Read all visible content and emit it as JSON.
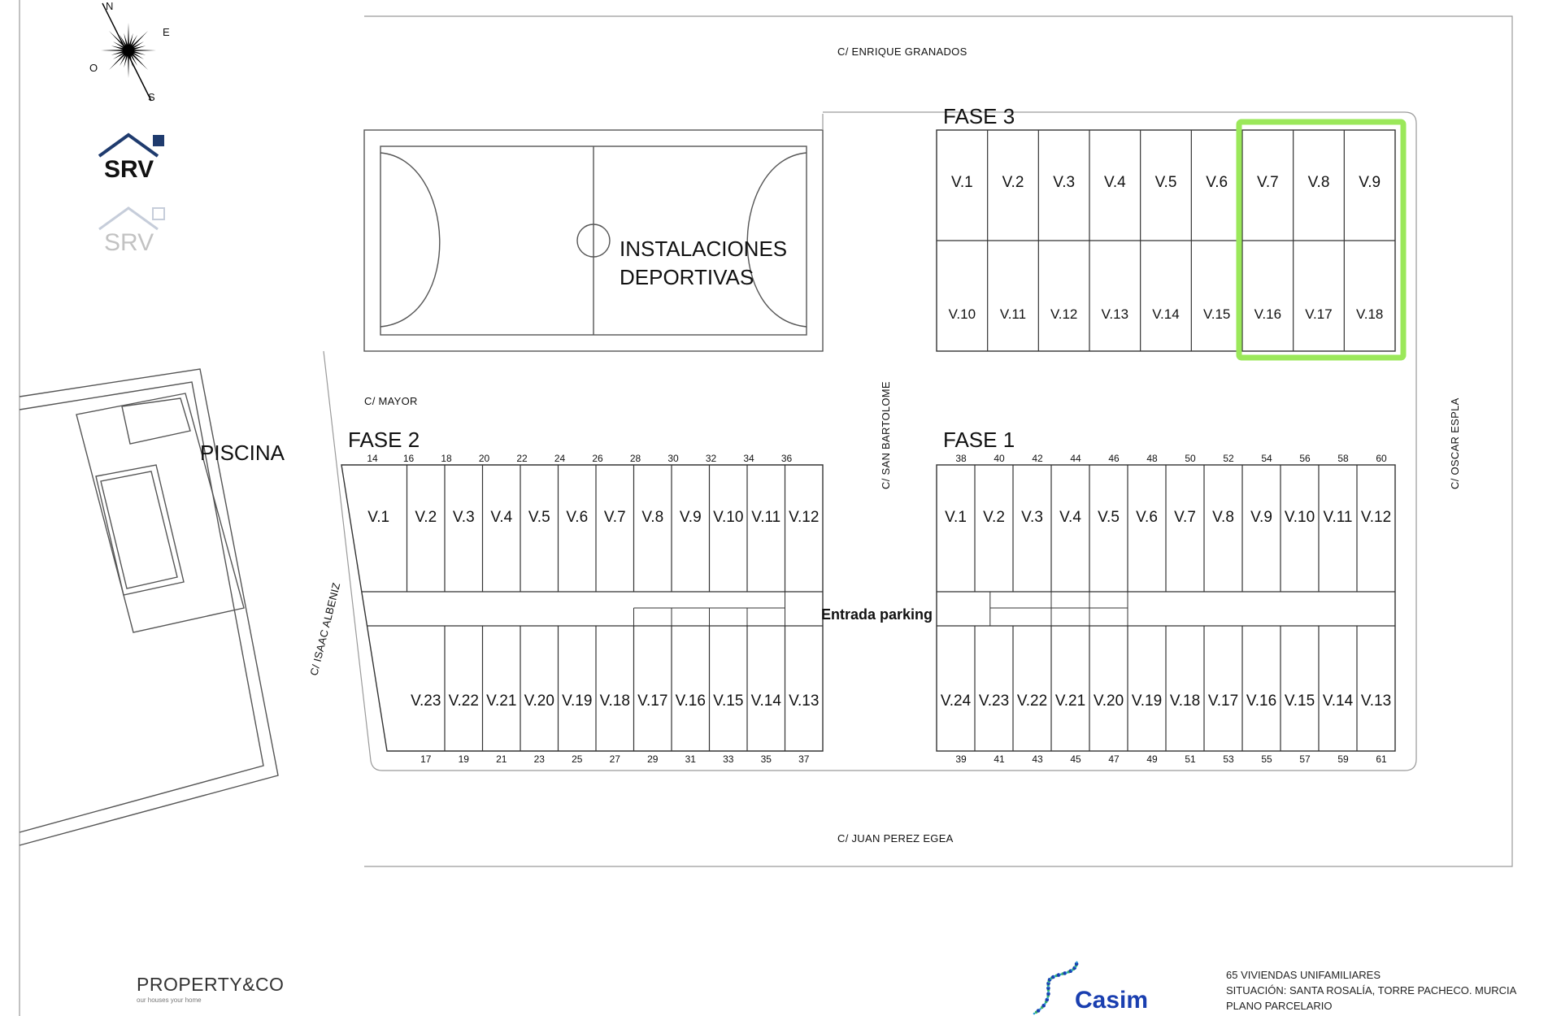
{
  "compass": {
    "n": "N",
    "e": "E",
    "s": "S",
    "o": "O"
  },
  "logos": {
    "srv_dark": "SRV",
    "srv_light": "SRV",
    "property_main": "PROPERTY&CO",
    "property_tagline": "our houses your home",
    "casim": "Casim",
    "brand_blue": "#1f3b6e",
    "casim_blue": "#1a3fb0"
  },
  "streets": {
    "north": "C/ ENRIQUE GRANADOS",
    "south": "C/ JUAN PEREZ EGEA",
    "mayor": "C/ MAYOR",
    "san_bartolome": "C/ SAN BARTOLOME",
    "oscar_espla": "C/ OSCAR ESPLA",
    "isaac_albeniz": "C/ ISAAC ALBENIZ"
  },
  "areas": {
    "sports_line1": "INSTALACIONES",
    "sports_line2": "DEPORTIVAS",
    "pool": "PISCINA",
    "parking": "Entrada parking"
  },
  "fase3": {
    "title": "FASE 3",
    "top_units": [
      "V.1",
      "V.2",
      "V.3",
      "V.4",
      "V.5",
      "V.6",
      "V.7",
      "V.8",
      "V.9"
    ],
    "bottom_units": [
      "V.10",
      "V.11",
      "V.12",
      "V.13",
      "V.14",
      "V.15",
      "V.16",
      "V.17",
      "V.18"
    ],
    "highlight_color": "#9be85a",
    "highlighted_units": [
      "V.7",
      "V.8",
      "V.9",
      "V.16",
      "V.17",
      "V.18"
    ]
  },
  "fase2": {
    "title": "FASE 2",
    "top_numbers": [
      "14",
      "16",
      "18",
      "20",
      "22",
      "24",
      "26",
      "28",
      "30",
      "32",
      "34",
      "36"
    ],
    "top_units": [
      "V.1",
      "V.2",
      "V.3",
      "V.4",
      "V.5",
      "V.6",
      "V.7",
      "V.8",
      "V.9",
      "V.10",
      "V.11",
      "V.12"
    ],
    "bottom_units": [
      "V.23",
      "V.22",
      "V.21",
      "V.20",
      "V.19",
      "V.18",
      "V.17",
      "V.16",
      "V.15",
      "V.14",
      "V.13"
    ],
    "bottom_numbers": [
      "17",
      "19",
      "21",
      "23",
      "25",
      "27",
      "29",
      "31",
      "33",
      "35",
      "37"
    ]
  },
  "fase1": {
    "title": "FASE 1",
    "top_numbers": [
      "38",
      "40",
      "42",
      "44",
      "46",
      "48",
      "50",
      "52",
      "54",
      "56",
      "58",
      "60"
    ],
    "top_units": [
      "V.1",
      "V.2",
      "V.3",
      "V.4",
      "V.5",
      "V.6",
      "V.7",
      "V.8",
      "V.9",
      "V.10",
      "V.11",
      "V.12"
    ],
    "bottom_units": [
      "V.24",
      "V.23",
      "V.22",
      "V.21",
      "V.20",
      "V.19",
      "V.18",
      "V.17",
      "V.16",
      "V.15",
      "V.14",
      "V.13"
    ],
    "bottom_numbers": [
      "39",
      "41",
      "43",
      "45",
      "47",
      "49",
      "51",
      "53",
      "55",
      "57",
      "59",
      "61"
    ]
  },
  "footer": {
    "line1": "65 VIVIENDAS UNIFAMILIARES",
    "line2": "SITUACIÓN: SANTA ROSALÍA, TORRE PACHECO. MURCIA",
    "line3": "PLANO PARCELARIO"
  }
}
